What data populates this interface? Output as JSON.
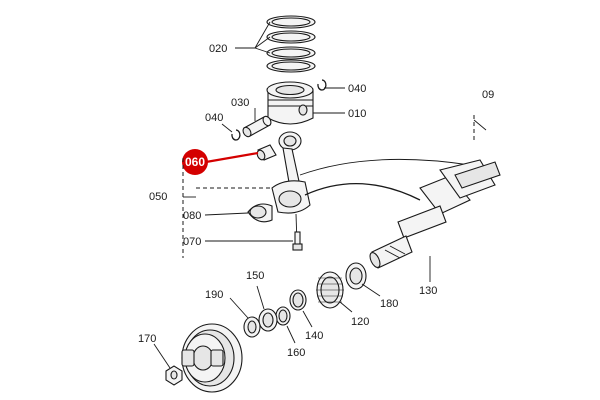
{
  "diagram": {
    "highlight_color": "#d40000",
    "highlighted_part": "060",
    "callouts": {
      "p010": "010",
      "p020": "020",
      "p030": "030",
      "p040a": "040",
      "p040b": "040",
      "p050": "050",
      "p060": "060",
      "p070": "070",
      "p080": "080",
      "p090": "09",
      "p120": "120",
      "p130": "130",
      "p140": "140",
      "p150": "150",
      "p160": "160",
      "p170": "170",
      "p180": "180",
      "p190": "190"
    }
  }
}
